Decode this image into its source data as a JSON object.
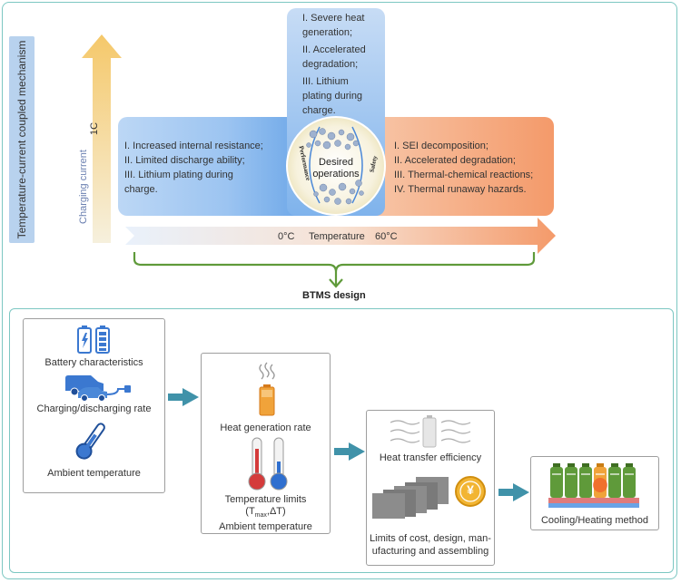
{
  "side_label": "Temperature-current coupled mechanism",
  "axis": {
    "current_label": "Charging current",
    "current_tick": "1C",
    "temp_low": "0°C",
    "temp_label": "Temperature",
    "temp_high": "60°C"
  },
  "left_region": [
    "I. Increased internal resistance;",
    "II. Limited discharge ability;",
    "III. Lithium plating during",
    "charge."
  ],
  "top_region": [
    "I. Severe heat",
    "generation;",
    "II. Accelerated",
    "degradation;",
    "III. Lithium",
    "plating during",
    "charge."
  ],
  "right_region": [
    "I. SEI decomposition;",
    "II. Accelerated degradation;",
    "III. Thermal-chemical reactions;",
    "IV. Thermal runaway hazards."
  ],
  "center": {
    "line1": "Desired",
    "line2": "operations",
    "left_arc": "Performance",
    "right_arc": "Safety"
  },
  "btms_label": "BTMS design",
  "step1": {
    "battery": "Battery characteristics",
    "rate": "Charging/discharging rate",
    "ambient": "Ambient temperature"
  },
  "step2": {
    "heat": "Heat generation rate",
    "limits": "Temperature limits",
    "limits_detail_open": "(T",
    "limits_detail_sub": "max",
    "limits_detail_rest": ",ΔT)",
    "ambient": "Ambient temperature"
  },
  "step3": {
    "transfer": "Heat transfer efficiency",
    "limits": [
      "Limits of cost, design, man-",
      "ufacturing and assembling"
    ],
    "yen": "¥"
  },
  "step4": {
    "method": "Cooling/Heating method"
  },
  "colors": {
    "frame": "#7cc7c2",
    "blue": "#6ea8e8",
    "orange": "#f49a6a",
    "green": "#5f9a3a",
    "arrow_teal": "#1e7f9a"
  }
}
